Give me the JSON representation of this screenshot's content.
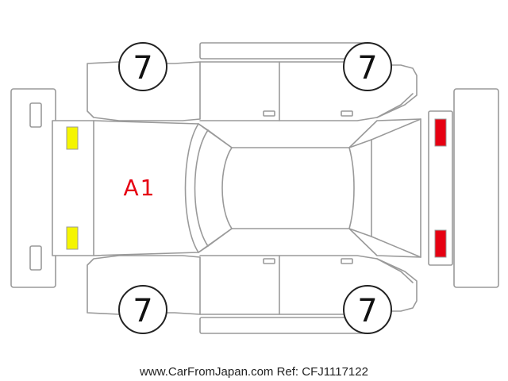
{
  "tires": {
    "front_left": "7",
    "front_right": "7",
    "rear_left": "7",
    "rear_right": "7"
  },
  "damage_marks": [
    {
      "code": "A1",
      "color": "#e60012"
    }
  ],
  "lamp_colors": {
    "front": "#f5f500",
    "rear": "#e60012"
  },
  "footer": {
    "text": "www.CarFromJapan.com Ref: CFJ1117122"
  }
}
